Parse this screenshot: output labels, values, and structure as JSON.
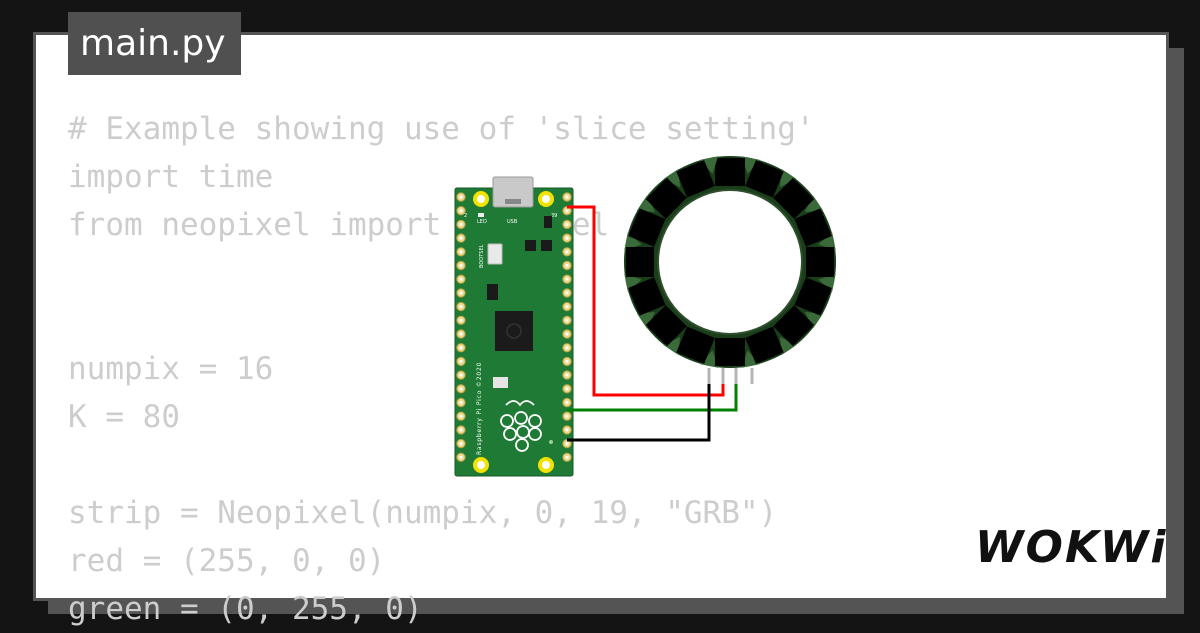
{
  "tab": {
    "filename": "main.py"
  },
  "code": {
    "lines": [
      "# Example showing use of 'slice setting'",
      "import time",
      "from neopixel import Neopixel",
      "",
      "",
      "numpix = 16",
      "K = 80",
      "",
      "strip = Neopixel(numpix, 0, 19, \"GRB\")",
      "red = (255, 0, 0)",
      "green = (0, 255, 0)"
    ]
  },
  "board": {
    "led_label": "LED",
    "usb_label": "USB",
    "bootsel_label": "BOOTSEL",
    "text": "Raspberry Pi Pico ©2020",
    "pin_label_left": "2",
    "pin_label_right": "39"
  },
  "wires": {
    "colors": [
      "#ff0000",
      "#008000",
      "#000000"
    ]
  },
  "ring": {
    "pixels": 16,
    "pad_color": "#3a6a3a"
  },
  "brand": {
    "name": "WOKWi"
  }
}
